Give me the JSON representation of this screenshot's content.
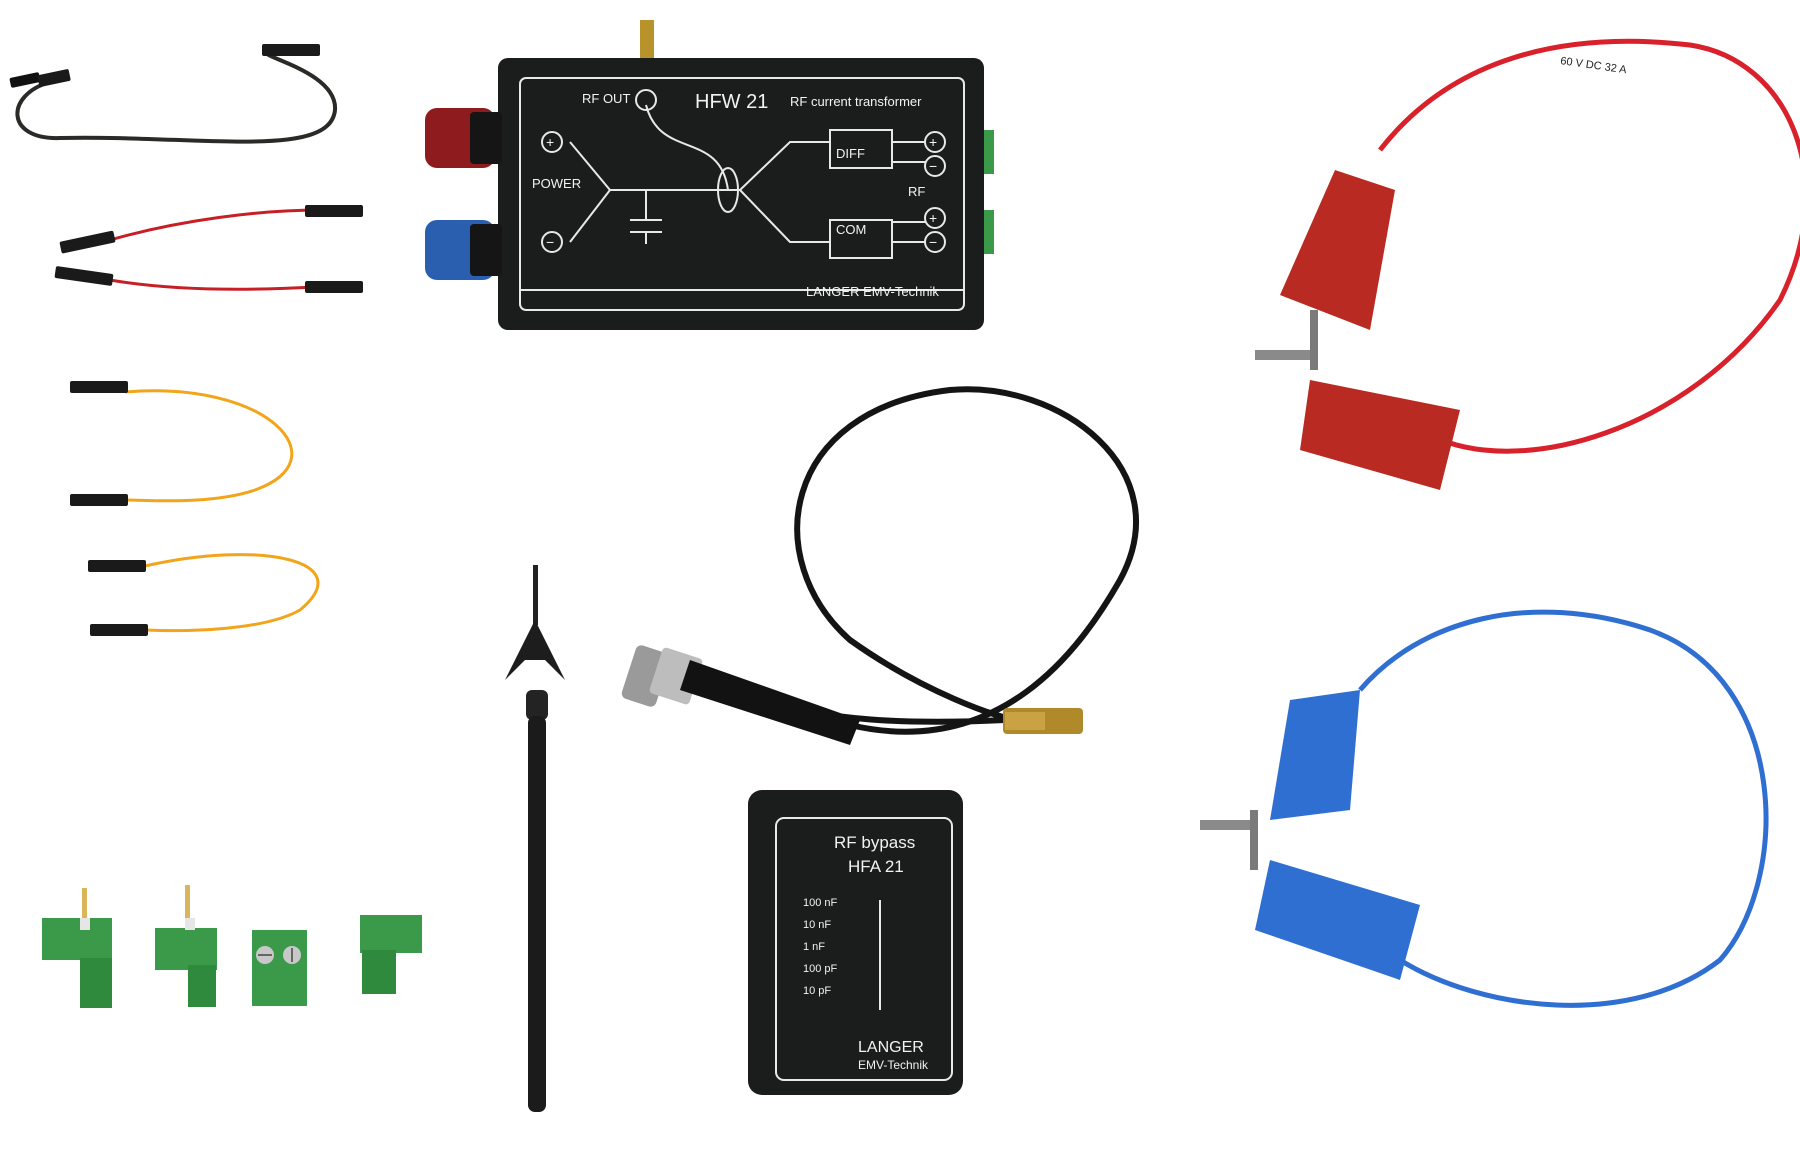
{
  "hfw21": {
    "rf_out": "RF OUT",
    "model": "HFW 21",
    "description": "RF current transformer",
    "power": "POWER",
    "diff": "DIFF",
    "com": "COM",
    "rf": "RF",
    "plus": "+",
    "minus": "−",
    "brand": "LANGER EMV-Technik"
  },
  "hfa21": {
    "title": "RF bypass",
    "model": "HFA 21",
    "values": [
      "100 nF",
      "10 nF",
      "1 nF",
      "100 pF",
      "10 pF"
    ],
    "brand": "LANGER",
    "brand_sub": "EMV-Technik"
  },
  "cable_print": "60 V DC 32 A",
  "colors": {
    "device_body": "#1b1d1c",
    "red_cable": "#d8212b",
    "blue_cable": "#2f6fd1",
    "yellow_wire": "#f2a51a",
    "terminal_green": "#3a9a4a",
    "black_wire": "#1a1a1a",
    "red_jumper": "#c62026"
  }
}
